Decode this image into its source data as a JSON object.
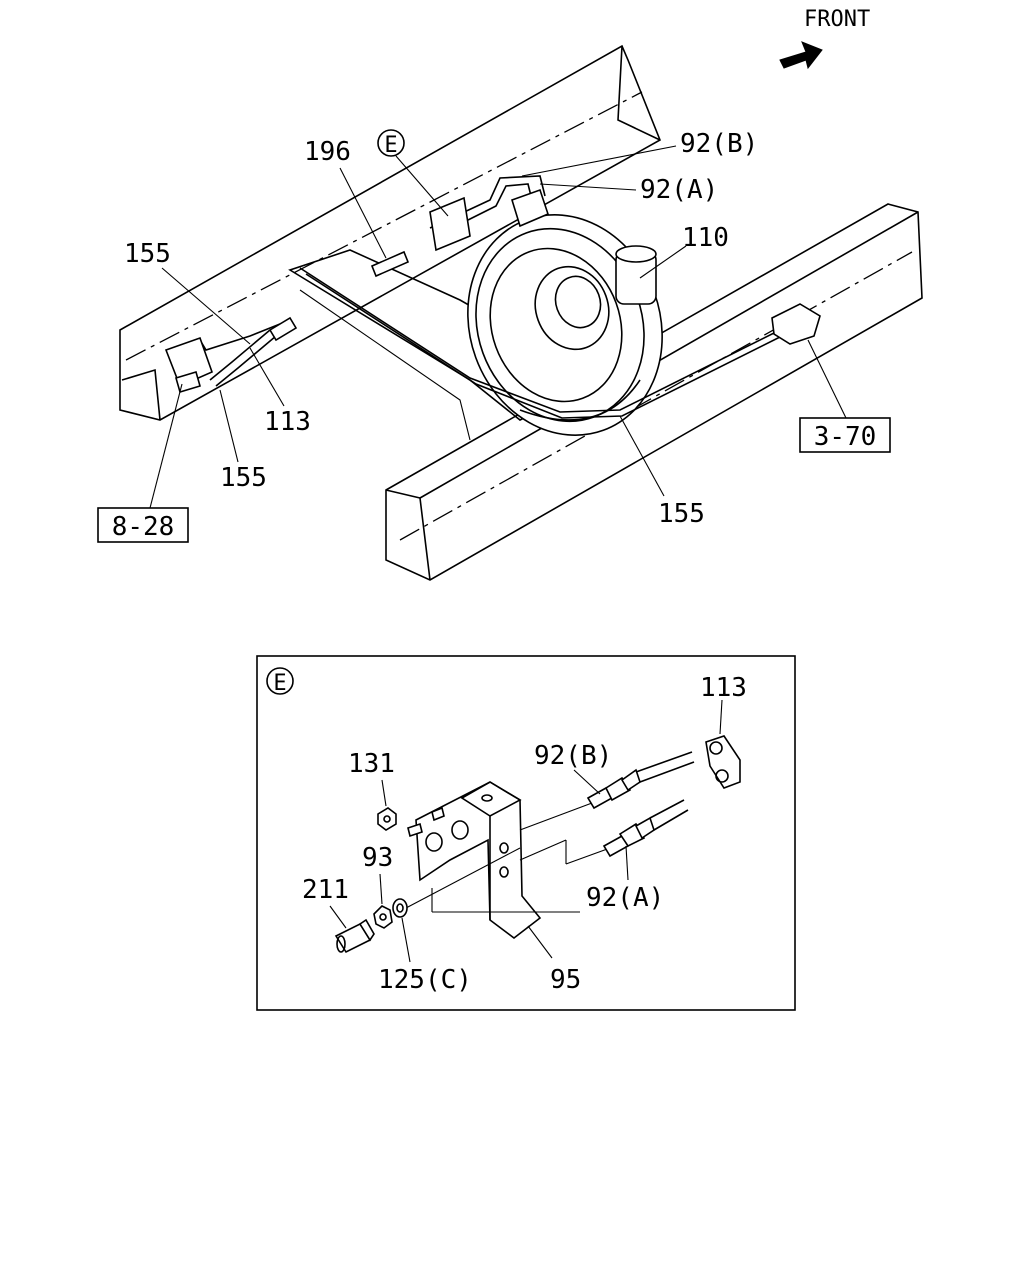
{
  "direction": {
    "label": "FRONT",
    "icon": "arrow-right-icon"
  },
  "main_view": {
    "callouts": [
      "196",
      "92(B)",
      "92(A)",
      "110",
      "155",
      "113",
      "155",
      "155"
    ],
    "refs": [
      "8-28",
      "3-70"
    ],
    "detail_marker": "E"
  },
  "detail_view": {
    "marker": "E",
    "callouts": [
      "113",
      "131",
      "92(B)",
      "93",
      "211",
      "92(A)",
      "125(C)",
      "95"
    ]
  }
}
